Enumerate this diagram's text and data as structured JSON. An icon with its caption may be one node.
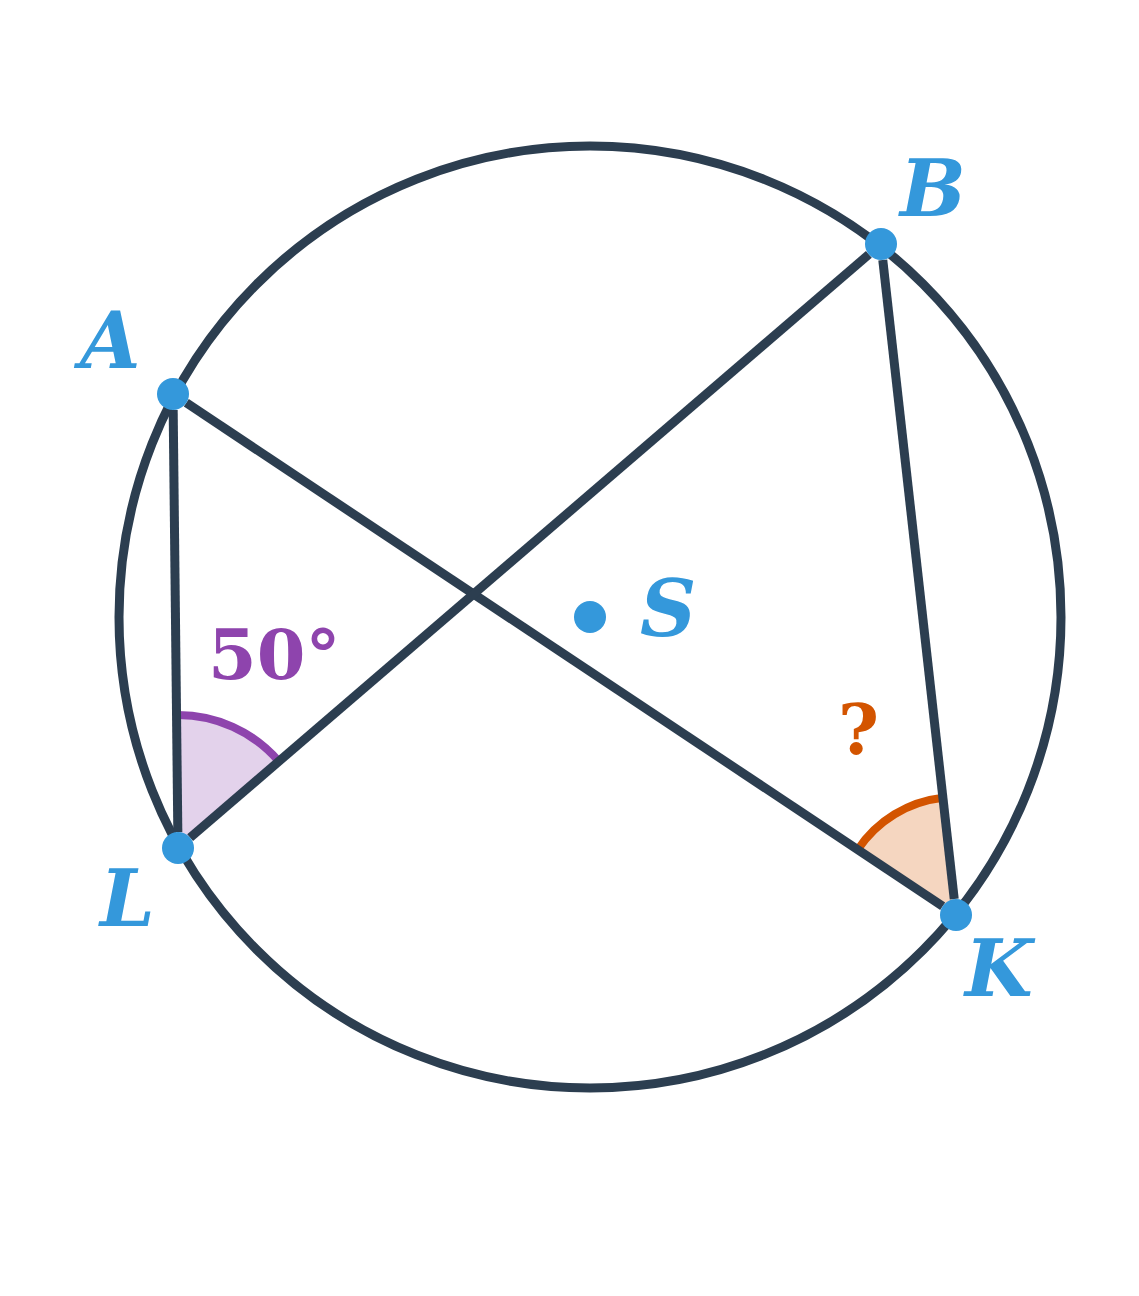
{
  "diagram": {
    "nodes": [
      {
        "text": [],
        "shape": "circle",
        "beside": [
          "A"
        ]
      },
      {
        "text": [],
        "shape": "circle",
        "beside": [
          "B"
        ]
      },
      {
        "text": [],
        "shape": "circle",
        "beside": [
          "S"
        ]
      },
      {
        "text": [],
        "shape": "circle",
        "beside": [
          "L"
        ]
      },
      {
        "text": [],
        "shape": "circle",
        "beside": [
          "K"
        ]
      }
    ],
    "edges": [
      {
        "from": 0,
        "to": 3,
        "arrow": "none"
      },
      {
        "from": 0,
        "to": 4,
        "arrow": "none"
      },
      {
        "from": 3,
        "to": 1,
        "arrow": "none"
      },
      {
        "from": 1,
        "to": 4,
        "arrow": "none"
      }
    ],
    "labels": [
      "50°",
      "?"
    ]
  }
}
